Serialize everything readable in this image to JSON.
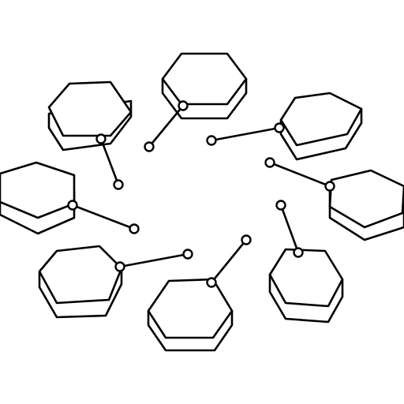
{
  "icon": {
    "name": "hexagon-network-icon",
    "style": "outline",
    "stroke_color": "#000000",
    "background_color": "#ffffff",
    "node_count": 8,
    "node_shape": "hexagonal prism",
    "connector_style": "line with circular endpoints"
  }
}
